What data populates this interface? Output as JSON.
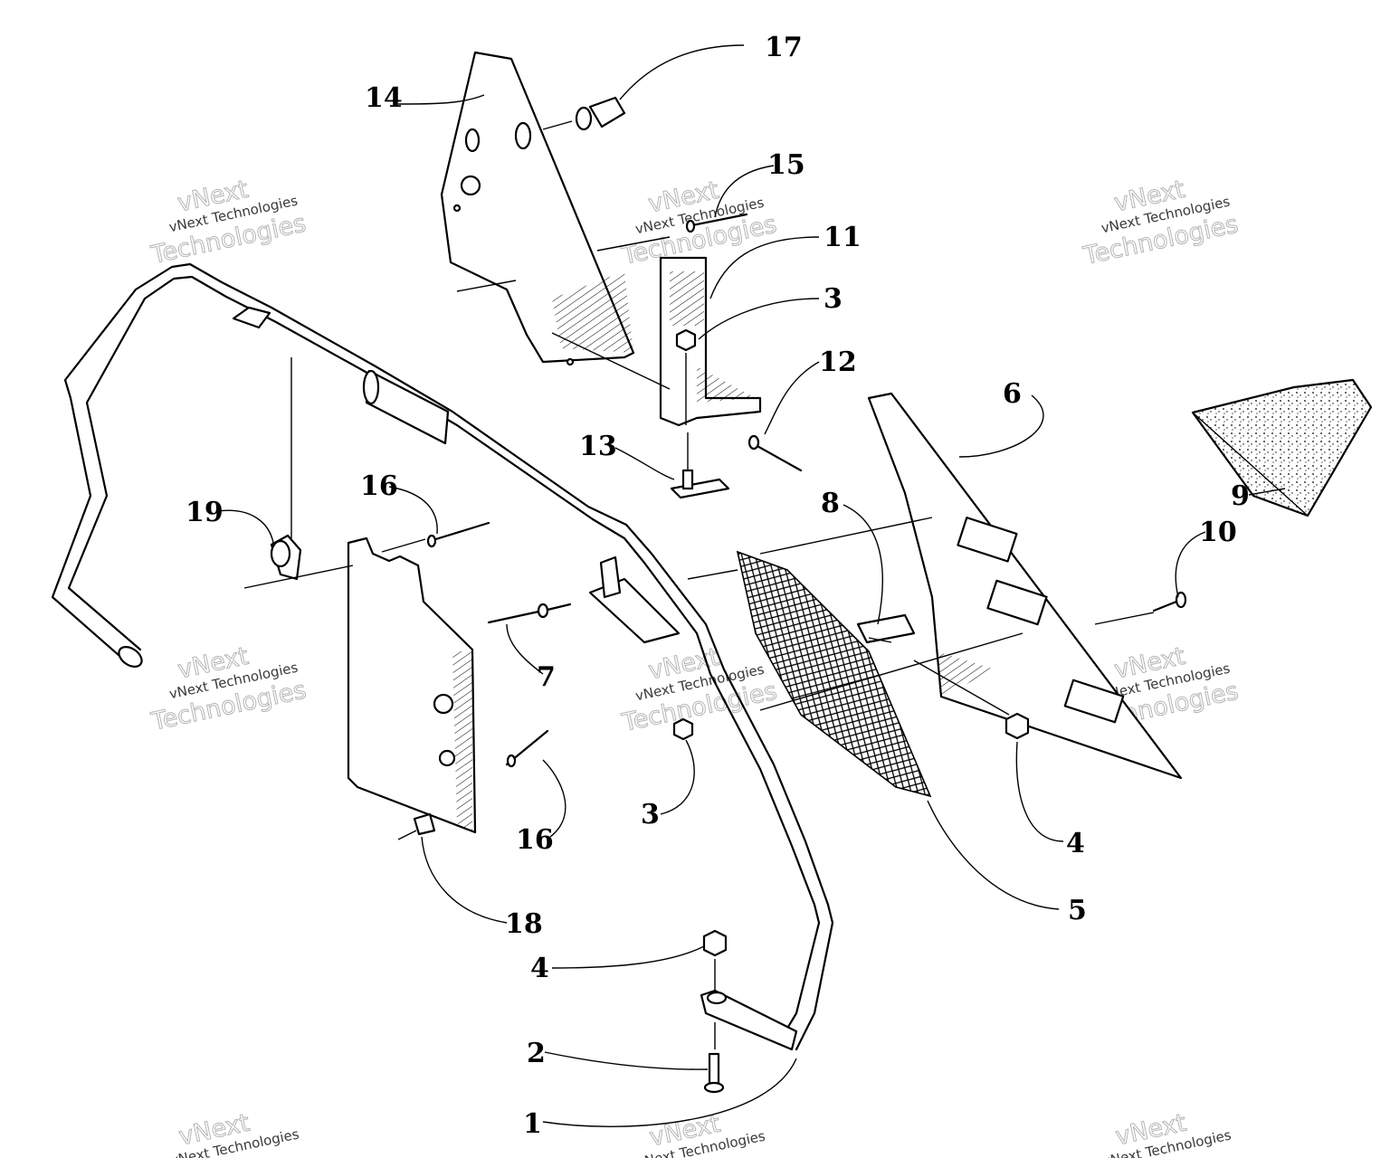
{
  "watermark": {
    "brand": "vNext",
    "company": "vNext Technologies",
    "word": "Technologies"
  },
  "callouts": [
    {
      "id": "c17",
      "label": "17"
    },
    {
      "id": "c14",
      "label": "14"
    },
    {
      "id": "c15",
      "label": "15"
    },
    {
      "id": "c11",
      "label": "11"
    },
    {
      "id": "c3a",
      "label": "3"
    },
    {
      "id": "c12",
      "label": "12"
    },
    {
      "id": "c6",
      "label": "6"
    },
    {
      "id": "c9",
      "label": "9"
    },
    {
      "id": "c13",
      "label": "13"
    },
    {
      "id": "c16a",
      "label": "16"
    },
    {
      "id": "c19",
      "label": "19"
    },
    {
      "id": "c8",
      "label": "8"
    },
    {
      "id": "c10",
      "label": "10"
    },
    {
      "id": "c7",
      "label": "7"
    },
    {
      "id": "c3b",
      "label": "3"
    },
    {
      "id": "c16b",
      "label": "16"
    },
    {
      "id": "c4a",
      "label": "4"
    },
    {
      "id": "c18",
      "label": "18"
    },
    {
      "id": "c5",
      "label": "5"
    },
    {
      "id": "c4b",
      "label": "4"
    },
    {
      "id": "c2",
      "label": "2"
    },
    {
      "id": "c1",
      "label": "1"
    }
  ]
}
